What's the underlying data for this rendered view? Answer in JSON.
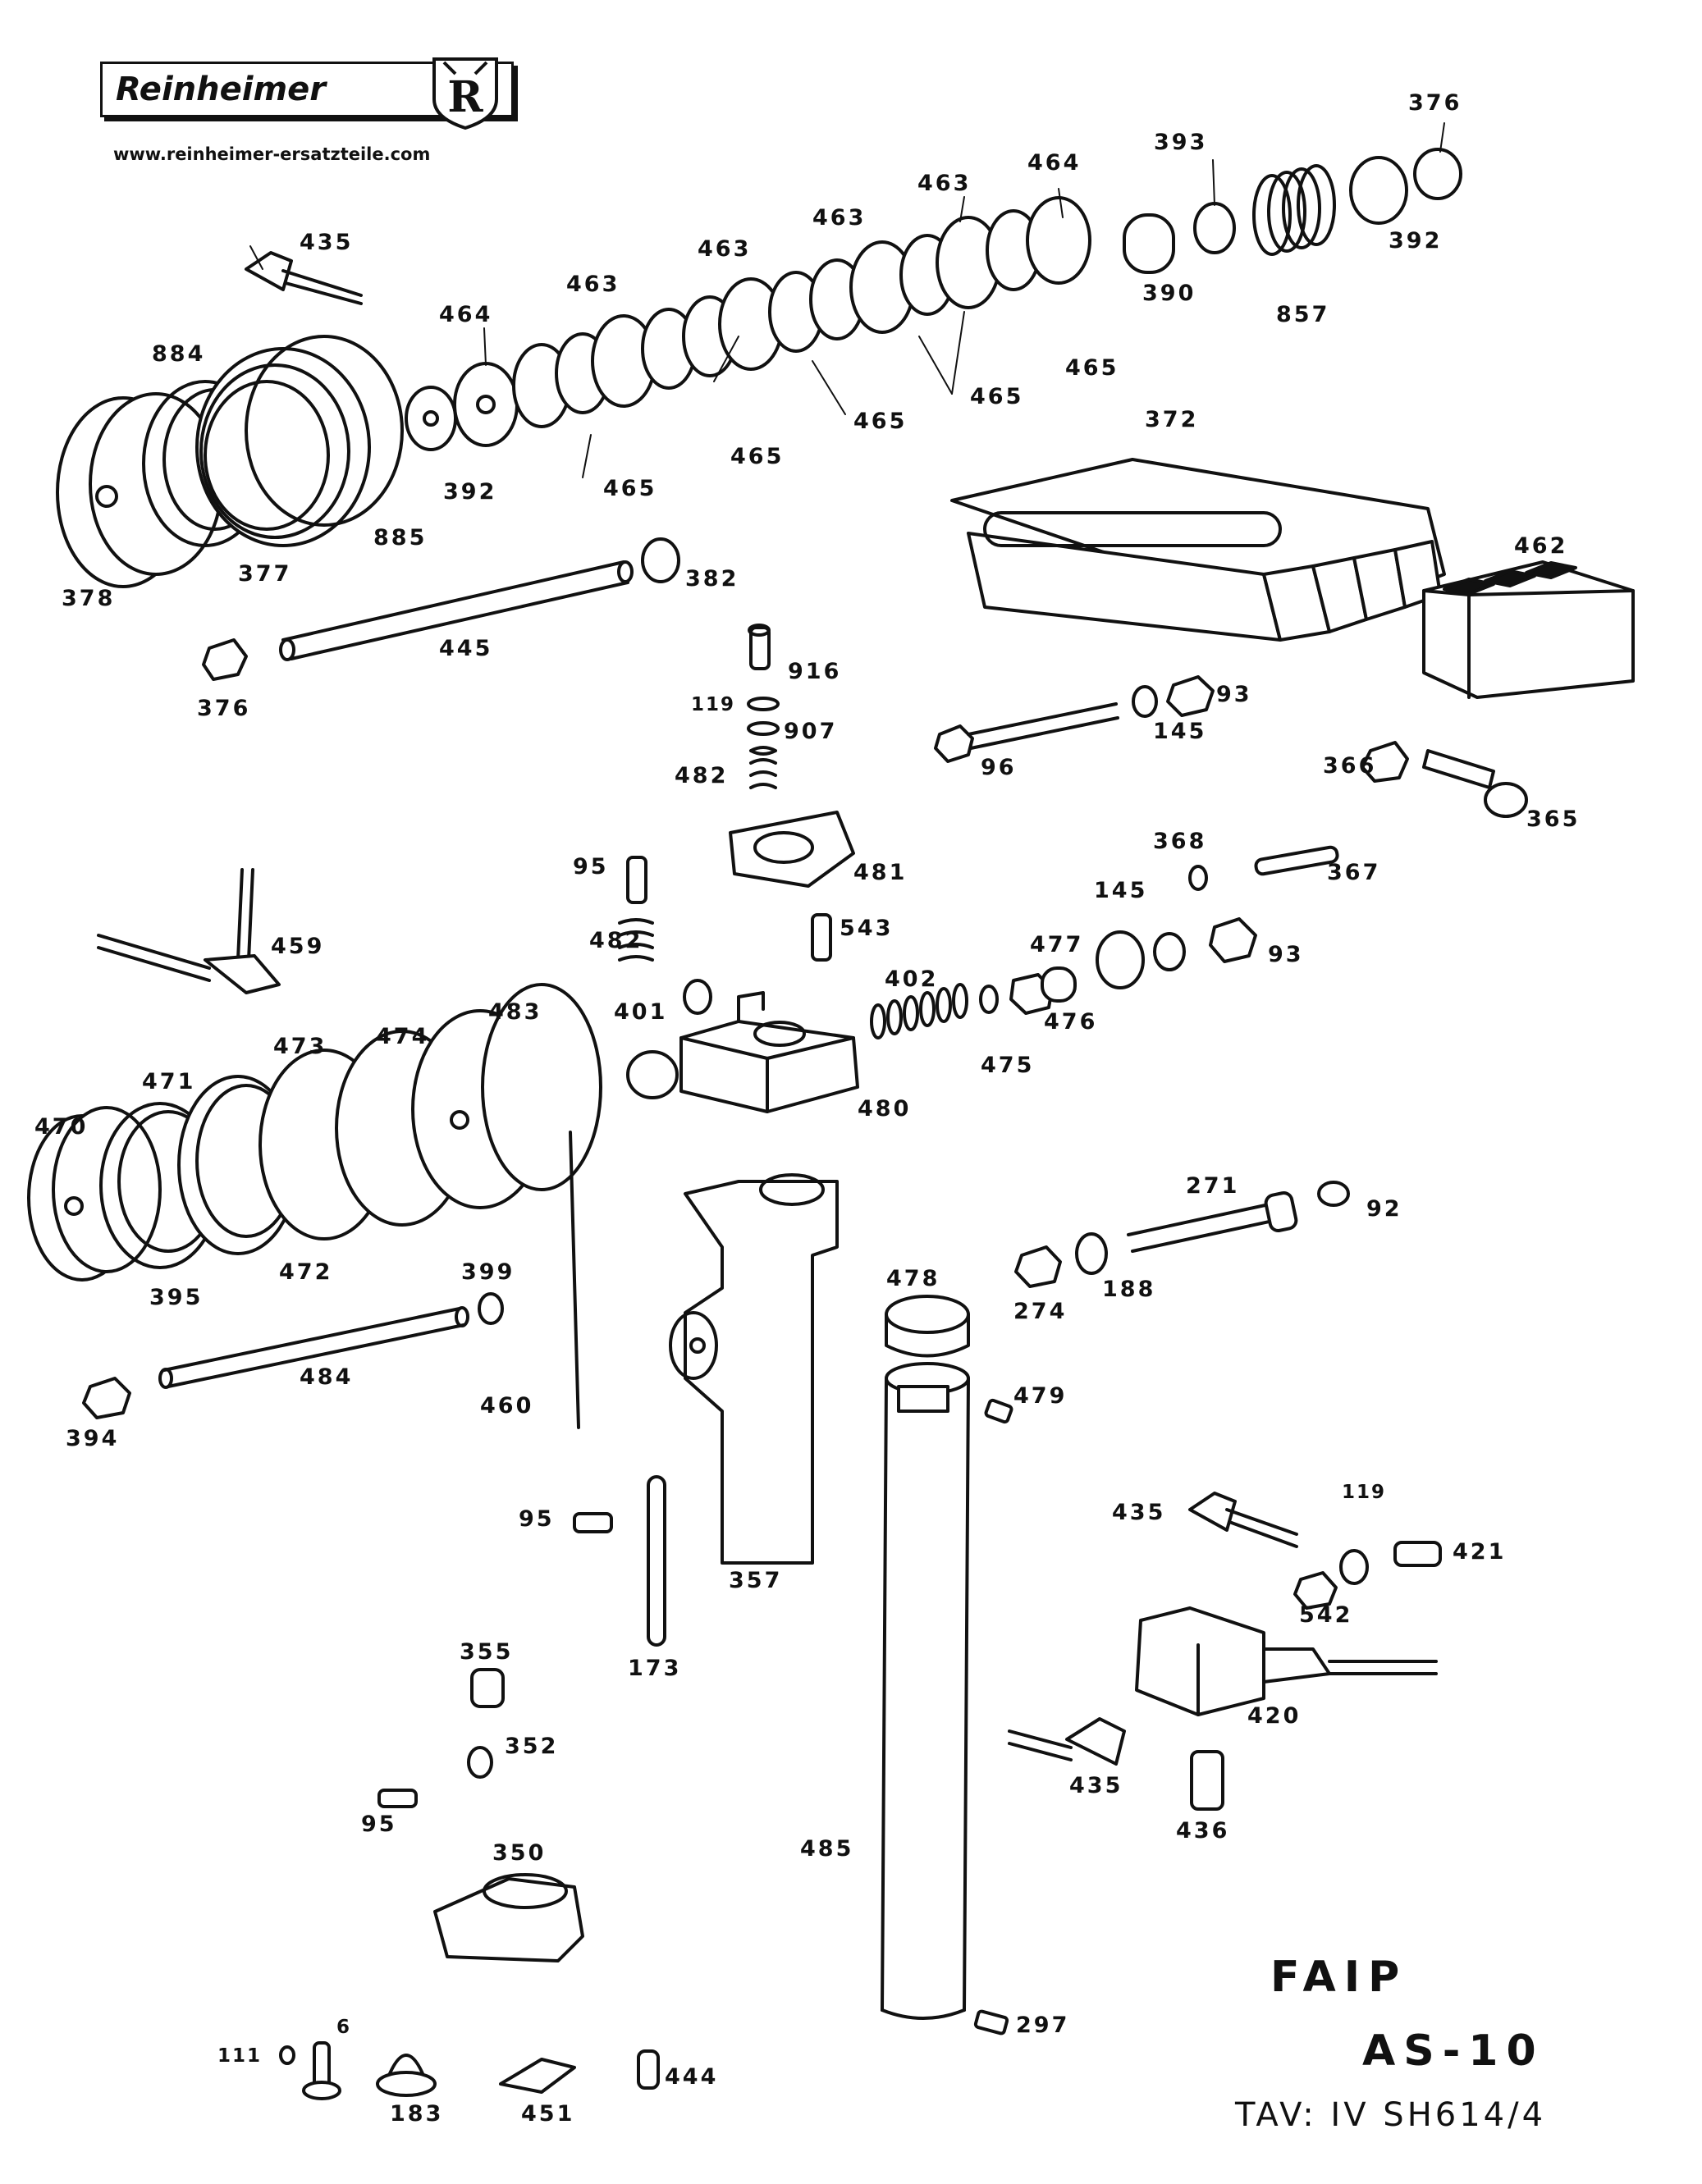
{
  "header": {
    "brand": "Reinheimer",
    "logo_letter": "R",
    "website": "www.reinheimer-ersatzteile.com"
  },
  "title": {
    "maker": "FAIP",
    "model": "AS-10",
    "table_ref": "TAV: IV SH614/4"
  },
  "labels": {
    "p376a": "376",
    "p393": "393",
    "p464a": "464",
    "p463a": "463",
    "p463b": "463",
    "p463c": "463",
    "p463d": "463",
    "p464b": "464",
    "p435a": "435",
    "p884": "884",
    "p392a": "392",
    "p390": "390",
    "p857": "857",
    "p392b": "392",
    "p465a": "465",
    "p465b": "465",
    "p465c": "465",
    "p465d": "465",
    "p465e": "465",
    "p885": "885",
    "p377": "377",
    "p378": "378",
    "p382": "382",
    "p445": "445",
    "p376b": "376",
    "p372": "372",
    "p462": "462",
    "p916": "916",
    "p119a": "119",
    "p907": "907",
    "p482a": "482",
    "p481": "481",
    "p93a": "93",
    "p145a": "145",
    "p96": "96",
    "p366": "366",
    "p365": "365",
    "p368": "368",
    "p367": "367",
    "p145b": "145",
    "p95a": "95",
    "p482b": "482",
    "p543": "543",
    "p459": "459",
    "p477": "477",
    "p93b": "93",
    "p402": "402",
    "p401": "401",
    "p476": "476",
    "p483": "483",
    "p473": "473",
    "p474": "474",
    "p475": "475",
    "p471": "471",
    "p480": "480",
    "p470": "470",
    "p271": "271",
    "p92": "92",
    "p274": "274",
    "p188": "188",
    "p395": "395",
    "p472": "472",
    "p399": "399",
    "p478": "478",
    "p484": "484",
    "p479": "479",
    "p460": "460",
    "p394": "394",
    "p435b": "435",
    "p119b": "119",
    "p421": "421",
    "p95b": "95",
    "p357": "357",
    "p542": "542",
    "p420": "420",
    "p173": "173",
    "p355": "355",
    "p352": "352",
    "p435c": "435",
    "p436": "436",
    "p95c": "95",
    "p485": "485",
    "p350": "350",
    "p297": "297",
    "p111": "111",
    "p6": "6",
    "p183": "183",
    "p451": "451",
    "p444": "444"
  }
}
